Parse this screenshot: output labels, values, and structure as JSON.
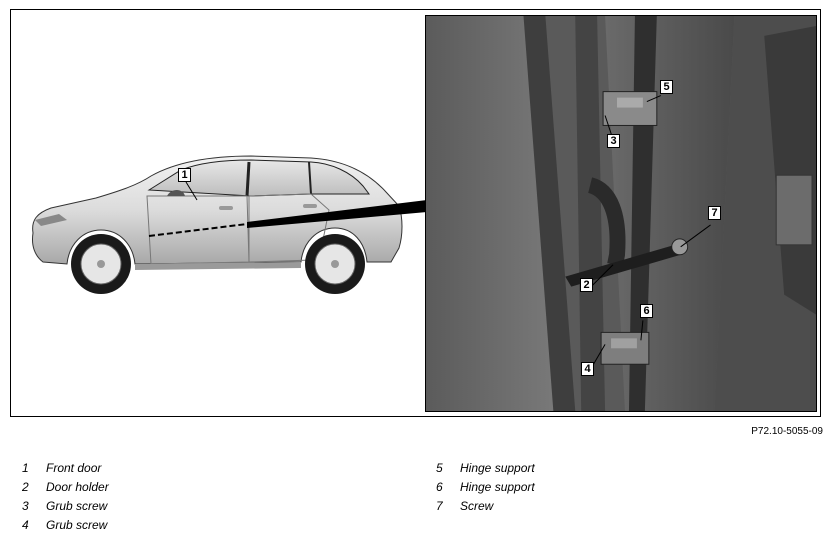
{
  "figure": {
    "callouts": {
      "c1": "1",
      "c2": "2",
      "c3": "3",
      "c4": "4",
      "c5": "5",
      "c6": "6",
      "c7": "7"
    },
    "reference_code": "P72.10-5055-09"
  },
  "legend": {
    "left": [
      {
        "number": "1",
        "label": "Front door"
      },
      {
        "number": "2",
        "label": "Door holder"
      },
      {
        "number": "3",
        "label": "Grub screw"
      },
      {
        "number": "4",
        "label": "Grub screw"
      }
    ],
    "right": [
      {
        "number": "5",
        "label": "Hinge support"
      },
      {
        "number": "6",
        "label": "Hinge support"
      },
      {
        "number": "7",
        "label": "Screw"
      }
    ]
  }
}
